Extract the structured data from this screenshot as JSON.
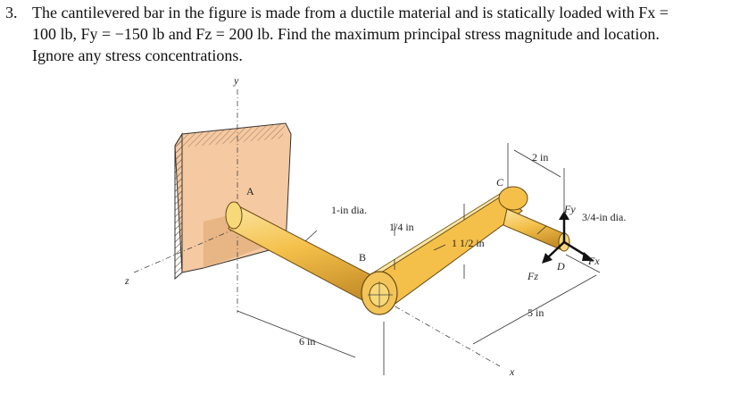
{
  "problem": {
    "number": "3.",
    "line1": "The cantilevered bar in the figure is made from a ductile material and is statically loaded with Fx =",
    "line2": "100 lb, Fy = −150 lb and Fz = 200 lb. Find the maximum principal stress magnitude and location.",
    "line3": "Ignore any stress concentrations."
  },
  "figure": {
    "axis_y": "y",
    "axis_z": "z",
    "axis_x": "x",
    "point_a": "A",
    "point_b": "B",
    "point_c": "C",
    "point_d": "D",
    "dia_1": "1-in dia.",
    "thick": "1/4 in",
    "width": "1 1/2 in",
    "dia_2": "3/4-in dia.",
    "dim_2": "2 in",
    "dim_5": "5 in",
    "dim_6": "6 in",
    "force_x": "Fx",
    "force_y": "Fy",
    "force_z": "Fz"
  },
  "colors": {
    "bar_fill": "#f4c04a",
    "bar_highlight": "#fbe6a4",
    "bar_shadow": "#c8902a",
    "wall_fill": "#f5c9a2"
  }
}
